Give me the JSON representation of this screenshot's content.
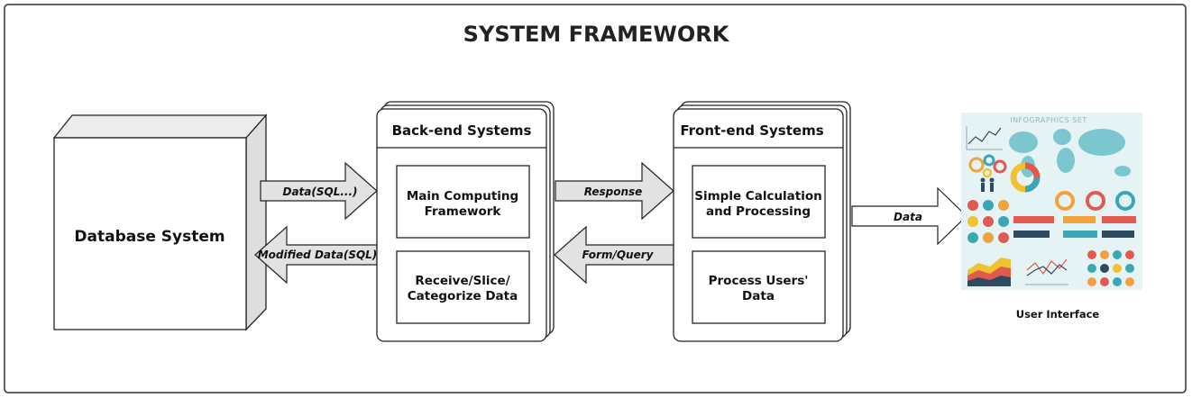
{
  "title": "SYSTEM FRAMEWORK",
  "database": {
    "label": "Database System"
  },
  "backend": {
    "title": "Back-end Systems",
    "modules": [
      "Main Computing Framework",
      "Receive/Slice/ Categorize Data"
    ]
  },
  "frontend": {
    "title": "Front-end Systems",
    "modules": [
      "Simple Calculation and Processing",
      "Process Users' Data"
    ]
  },
  "arrows": {
    "db_to_backend": "Data(SQL...)",
    "backend_to_db": "Modified Data(SQL)",
    "backend_to_frontend": "Response",
    "frontend_to_backend": "Form/Query",
    "frontend_to_ui": "Data"
  },
  "ui": {
    "caption": "User Interface",
    "image_title": "INFOGRAPHICS SET"
  },
  "colors": {
    "box_fill": "#ffffff",
    "cube_side": "#dedede",
    "arrow_fill": "#e2e2e2",
    "outline": "#222222",
    "info_bg": "#e6f3f4",
    "info_teal": "#3aa7b5",
    "info_red": "#e05a4f",
    "info_orange": "#f0a23c",
    "info_yellow": "#f1c232",
    "info_navy": "#2f4a5e"
  }
}
